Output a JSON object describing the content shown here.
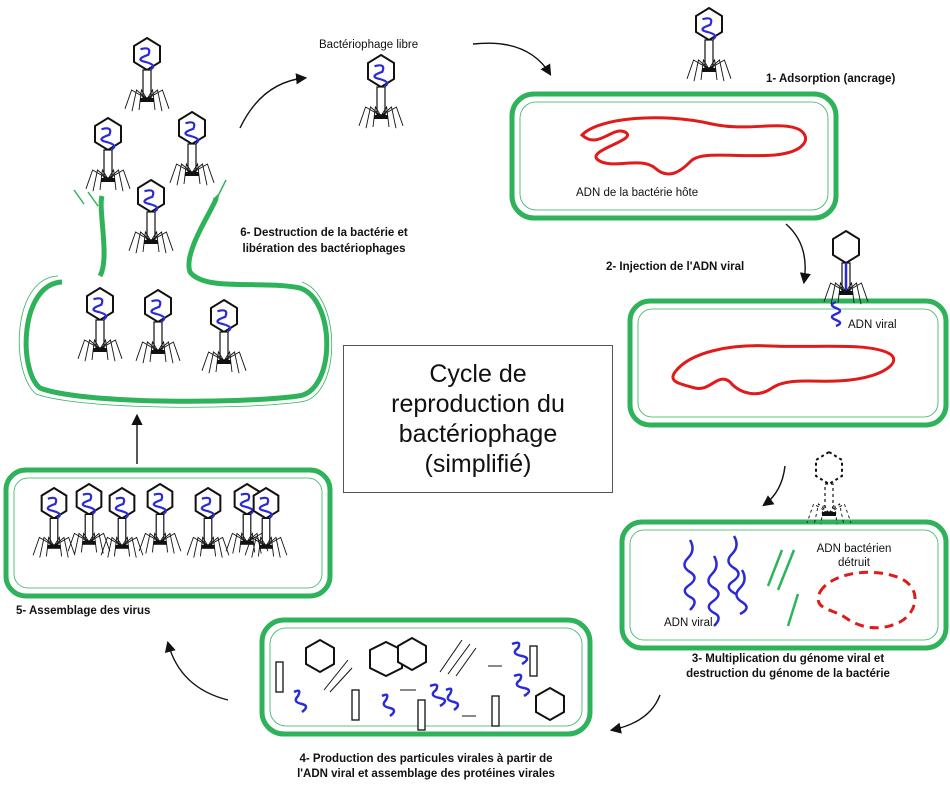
{
  "title": "Cycle de reproduction du bactériophage (simplifié)",
  "labels": {
    "free_phage": "Bactériophage libre",
    "host_dna": "ADN de la bactérie hôte",
    "viral_dna_1": "ADN viral",
    "destroyed_dna": "ADN bactérien détruit",
    "viral_dna_2": "ADN viral"
  },
  "steps": {
    "s1": "1- Adsorption (ancrage)",
    "s2": "2- Injection de l'ADN viral",
    "s3_line1": "3- Multiplication du génome viral et",
    "s3_line2": "destruction du génome de la bactérie",
    "s4_line1": "4- Production des particules virales à partir de",
    "s4_line2": "l'ADN viral et assemblage des protéines virales",
    "s5": "5- Assemblage des virus",
    "s6_line1": "6- Destruction de la bactérie et",
    "s6_line2": "libération des bactériophages"
  },
  "colors": {
    "membrane": "#2fb35a",
    "host_dna": "#e01b1b",
    "viral_dna": "#2a2ad6",
    "phage_outline": "#111111"
  }
}
